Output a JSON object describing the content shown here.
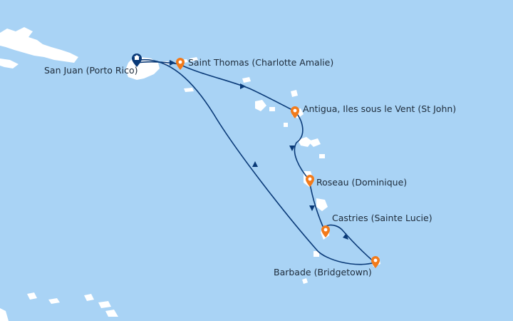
{
  "colors": {
    "sea": "#a9d3f5",
    "land": "#ffffff",
    "route": "#0a3a78",
    "port_marker": "#f27a1a",
    "home_marker": "#0a3a78",
    "label_text": "#1d2b3a"
  },
  "ports": [
    {
      "name": "San Juan (Porto Rico)",
      "type": "departure",
      "icon": "home-port-pin-icon"
    },
    {
      "name": "Saint Thomas (Charlotte Amalie)",
      "type": "port",
      "icon": "port-pin-icon"
    },
    {
      "name": "Antigua, Iles sous le Vent (St John)",
      "type": "port",
      "icon": "port-pin-icon"
    },
    {
      "name": "Roseau (Dominique)",
      "type": "port",
      "icon": "port-pin-icon"
    },
    {
      "name": "Castries (Sainte Lucie)",
      "type": "port",
      "icon": "port-pin-icon"
    },
    {
      "name": "Barbade (Bridgetown)",
      "type": "port",
      "icon": "port-pin-icon"
    }
  ]
}
